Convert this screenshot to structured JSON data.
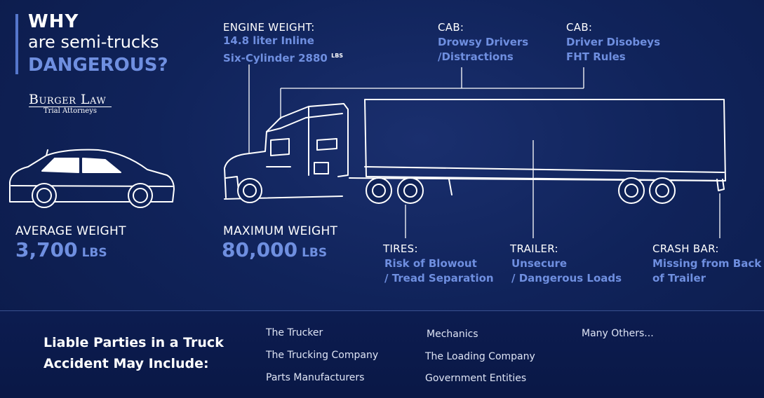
{
  "title": {
    "line1": "WHY",
    "line2": "are semi-trucks",
    "line3": "DANGEROUS?"
  },
  "logo": {
    "name": "Burger Law",
    "tagline": "Trial Attorneys"
  },
  "engine": {
    "label": "ENGINE WEIGHT:",
    "value1": "14.8 liter Inline",
    "value2": "Six-Cylinder 2880",
    "unit": "LBS"
  },
  "cab1": {
    "label": "CAB:",
    "value1": "Drowsy Drivers",
    "value2": "/Distractions"
  },
  "cab2": {
    "label": "CAB:",
    "value1": "Driver Disobeys",
    "value2": "FHT Rules"
  },
  "car": {
    "label": "AVERAGE WEIGHT",
    "value": "3,700",
    "unit": "LBS"
  },
  "truck": {
    "label": "MAXIMUM WEIGHT",
    "value": "80,000",
    "unit": "LBS"
  },
  "tires": {
    "label": "TIRES:",
    "value1": "Risk of Blowout",
    "value2": "/ Tread Separation"
  },
  "trailer": {
    "label": "TRAILER:",
    "value1": "Unsecure",
    "value2": "/ Dangerous Loads"
  },
  "crash_bar": {
    "label": "CRASH BAR:",
    "value1": "Missing from Back",
    "value2": "of Trailer"
  },
  "liable": {
    "heading1": "Liable Parties in a Truck",
    "heading2": "Accident May Include:",
    "col1": [
      "The Trucker",
      "The Trucking Company",
      "Parts Manufacturers"
    ],
    "col2": [
      "Mechanics",
      "The Loading Company",
      "Government Entities"
    ],
    "col3": [
      "Many Others..."
    ]
  },
  "colors": {
    "accent": "#6f8fe0",
    "background": "#10235a"
  }
}
